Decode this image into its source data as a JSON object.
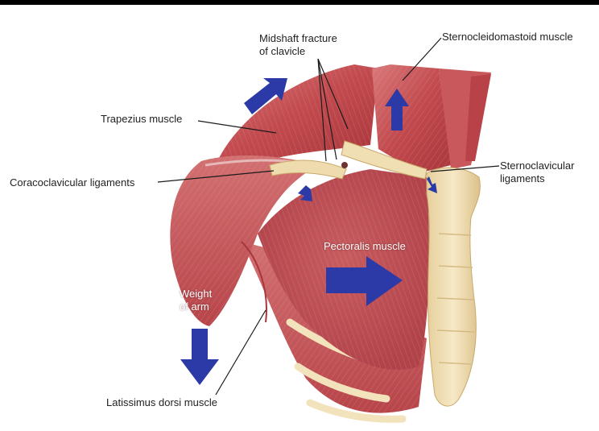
{
  "labels": {
    "midshaft": "Midshaft fracture\nof clavicle",
    "scm": "Sternocleidomastoid muscle",
    "trapezius": "Trapezius muscle",
    "coracoclavicular": "Coracoclavicular ligaments",
    "sternoclavicular": "Sternoclavicular\nligaments",
    "pectoralis": "Pectoralis muscle",
    "weight": "Weight\nof arm",
    "latissimus": "Latissimus dorsi muscle"
  },
  "colors": {
    "muscle": "#c24a4f",
    "muscle_light": "#dc8a87",
    "bone": "#f0ddb0",
    "arrow": "#2b3aa6"
  }
}
